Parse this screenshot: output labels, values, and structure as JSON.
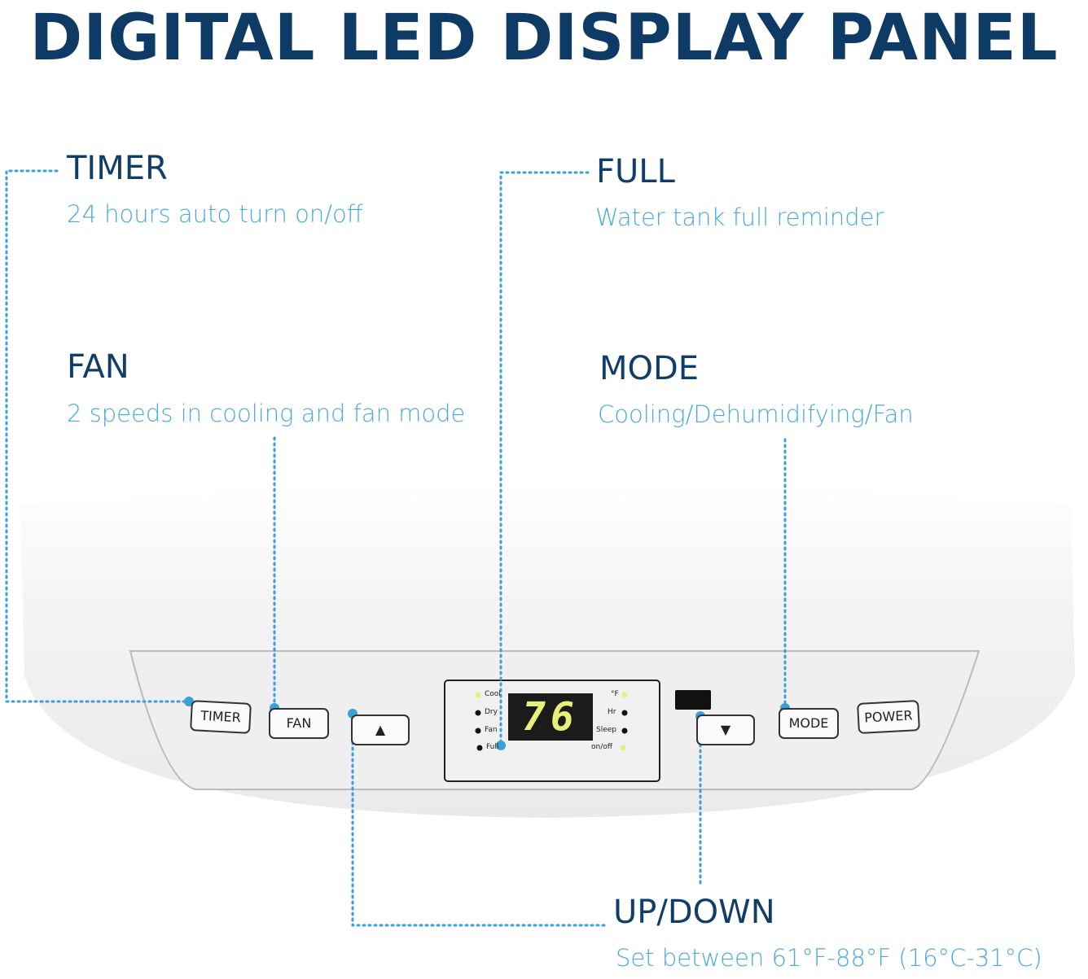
{
  "title": "DIGITAL LED DISPLAY PANEL",
  "features": [
    {
      "label": "TIMER",
      "desc": "24 hours auto turn on/off"
    },
    {
      "label": "FULL",
      "desc": "Water tank full reminder"
    },
    {
      "label": "FAN",
      "desc": "2 speeds in cooling and fan mode"
    },
    {
      "label": "MODE",
      "desc": "Cooling/Dehumidifying/Fan"
    },
    {
      "label": "UP/DOWN",
      "desc": "Set between 61°F-88°F (16°C-31°C)"
    }
  ],
  "panel": {
    "buttons": {
      "timer": "TIMER",
      "fan": "FAN",
      "mode": "MODE",
      "power": "POWER"
    },
    "display_value": "76",
    "left_indicators": [
      "Cool",
      "Dry",
      "Fan",
      "Full"
    ],
    "right_indicators": [
      "°F",
      "Hr",
      "Sleep",
      "on/off"
    ]
  },
  "colors": {
    "title": "#0e3a66",
    "desc": "#4aaadb",
    "dots": "#3aa0d8"
  }
}
